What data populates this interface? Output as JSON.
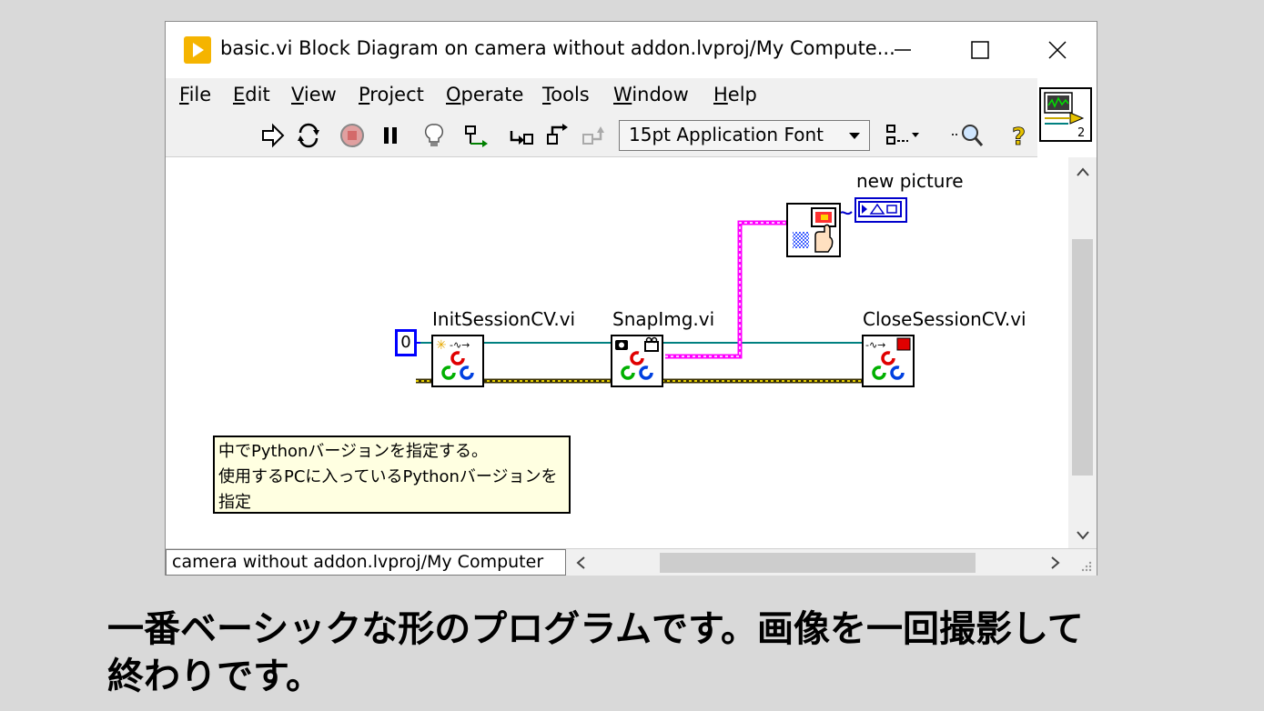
{
  "window": {
    "title": "basic.vi Block Diagram on camera without addon.lvproj/My Compute...",
    "controls": {
      "minimize": "minimize-icon",
      "maximize": "maximize-icon",
      "close": "close-icon"
    }
  },
  "menu": [
    {
      "mnemonic": "F",
      "rest": "ile"
    },
    {
      "mnemonic": "E",
      "rest": "dit"
    },
    {
      "mnemonic": "V",
      "rest": "iew"
    },
    {
      "mnemonic": "P",
      "rest": "roject"
    },
    {
      "mnemonic": "O",
      "rest": "perate"
    },
    {
      "mnemonic": "T",
      "rest": "ools"
    },
    {
      "mnemonic": "W",
      "rest": "indow"
    },
    {
      "mnemonic": "H",
      "rest": "elp"
    }
  ],
  "toolbar": {
    "font_select": "15pt Application Font",
    "icons": [
      "run-arrow-icon",
      "run-continuously-icon",
      "abort-icon",
      "pause-icon",
      "highlight-execution-icon",
      "retain-wire-values-icon",
      "step-into-icon",
      "step-over-icon",
      "step-out-icon",
      "align-objects-icon",
      "search-icon",
      "help-icon"
    ]
  },
  "diagram": {
    "constant_value": "0",
    "nodes": {
      "init": "InitSessionCV.vi",
      "snap": "SnapImg.vi",
      "close": "CloseSessionCV.vi",
      "picture": "new picture"
    },
    "comment": [
      "中でPythonバージョンを指定する。",
      "使用するPCに入っているPythonバージョンを",
      "指定"
    ]
  },
  "status_bar": {
    "path": "camera without addon.lvproj/My Computer"
  },
  "caption": {
    "line1": "一番ベーシックな形のプログラムです。画像を一回撮影して",
    "line2": "終わりです。"
  },
  "colors": {
    "background": "#d9d9d9",
    "comment_bg": "#ffffe1",
    "wire_teal": "#008080",
    "wire_pink": "#ff00ff",
    "wire_error": "#c8a800",
    "constant_border": "#0000ff",
    "app_icon": "#f5b400"
  }
}
